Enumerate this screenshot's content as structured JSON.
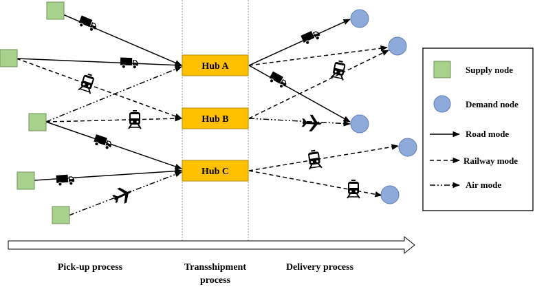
{
  "hubs": [
    {
      "id": "A",
      "label": "Hub A"
    },
    {
      "id": "B",
      "label": "Hub B"
    },
    {
      "id": "C",
      "label": "Hub C"
    }
  ],
  "legend": {
    "supply": "Supply node",
    "demand": "Demand node",
    "road": "Road mode",
    "railway": "Railway mode",
    "air": "Air mode"
  },
  "processes": {
    "pickup": "Pick-up process",
    "transshipment_line1": "Transshipment",
    "transshipment_line2": "process",
    "delivery": "Delivery process"
  },
  "colors": {
    "supply_fill": "#a9d18e",
    "demand_fill": "#8eaadb",
    "hub_fill": "#ffc000",
    "line": "#000000"
  },
  "icons": {
    "road": "truck-icon",
    "railway": "train-icon",
    "air": "airplane-icon"
  }
}
